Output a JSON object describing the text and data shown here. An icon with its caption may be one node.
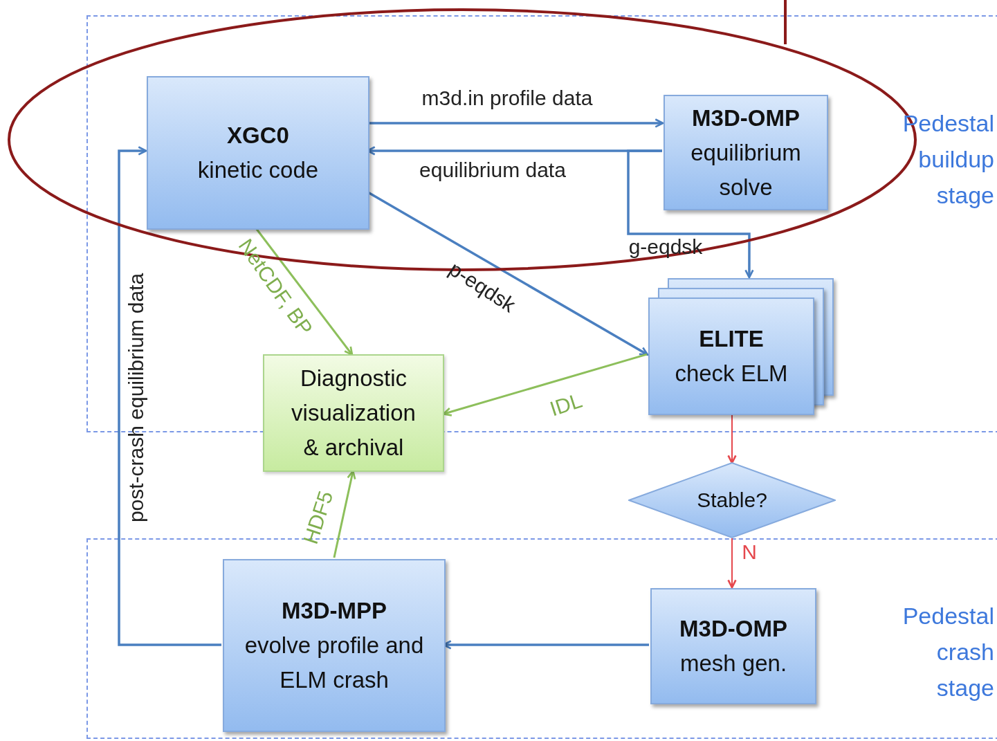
{
  "diagram": {
    "nodes": [
      {
        "text": [
          "Pedestal buildup stage"
        ]
      },
      {
        "text": [
          "Pedestal crash stage"
        ]
      },
      {
        "text": [
          "XGC0",
          "kinetic code"
        ],
        "in": 0
      },
      {
        "text": [
          "M3D-OMP",
          "equilibrium solve"
        ],
        "in": 0
      },
      {
        "text": [
          "ELITE",
          "check ELM"
        ],
        "in": 0
      },
      {
        "text": [
          "Diagnostic visualization & archival"
        ]
      },
      {
        "text": [
          "Stable?"
        ]
      },
      {
        "text": [
          "M3D-MPP",
          "evolve profile and ELM crash"
        ],
        "in": 1
      },
      {
        "text": [
          "M3D-OMP",
          "mesh gen."
        ],
        "in": 1
      }
    ],
    "edges": [
      {
        "from": 2,
        "to": 3,
        "arrow": "to",
        "label": "m3d.in profile data"
      },
      {
        "from": 3,
        "to": 2,
        "arrow": "to",
        "label": "equilibrium data"
      },
      {
        "from": 3,
        "to": 4,
        "arrow": "to",
        "label": "g-eqdsk"
      },
      {
        "from": 2,
        "to": 4,
        "arrow": "to",
        "label": "p-eqdsk"
      },
      {
        "from": 2,
        "to": 5,
        "arrow": "to",
        "label": "NetCDF, BP",
        "color": "#8dbf5b"
      },
      {
        "from": 4,
        "to": 5,
        "arrow": "to",
        "label": "IDL",
        "color": "#8dbf5b"
      },
      {
        "from": 4,
        "to": 6,
        "arrow": "to",
        "color": "#e5484d"
      },
      {
        "from": 6,
        "to": 8,
        "arrow": "to",
        "label": "N",
        "color": "#e5484d"
      },
      {
        "from": 8,
        "to": 7,
        "arrow": "to"
      },
      {
        "from": 7,
        "to": 2,
        "arrow": "to",
        "label": "post-crash equilibrium data"
      },
      {
        "from": 7,
        "to": 5,
        "arrow": "to",
        "label": "HDF5",
        "color": "#8dbf5b"
      }
    ]
  }
}
